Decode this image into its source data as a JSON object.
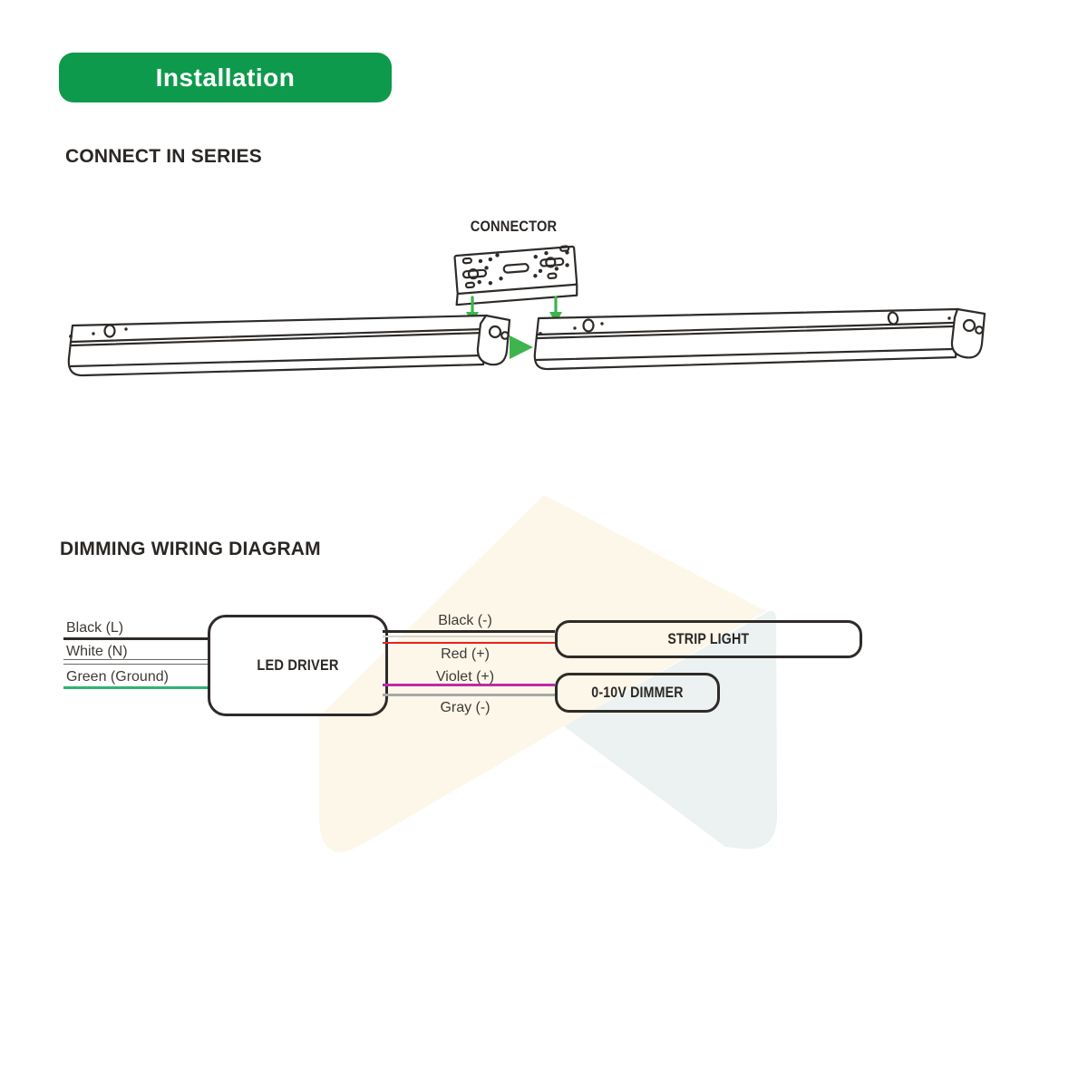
{
  "badge": {
    "label": "Installation",
    "bg_color": "#0E9A4C",
    "text_color": "#FFFFFF"
  },
  "connect_section": {
    "heading": "CONNECT IN SERIES",
    "connector_label": "CONNECTOR"
  },
  "dimming_section": {
    "heading": "DIMMING WIRING DIAGRAM",
    "driver_label": "LED DRIVER",
    "strip_light_label": "STRIP LIGHT",
    "dimmer_label": "0-10V DIMMER",
    "input_wires": [
      {
        "label": "Black (L)",
        "color": "#2E2A27"
      },
      {
        "label": "White (N)",
        "color": "#FFFFFF"
      },
      {
        "label": "Green (Ground)",
        "color": "#2FB474"
      }
    ],
    "output_wires": [
      {
        "label": "Black (-)",
        "color": "#2E2A27"
      },
      {
        "label": "Red (+)",
        "color": "#E5231F"
      },
      {
        "label": "Violet (+)",
        "color": "#BE2AA8"
      },
      {
        "label": "Gray (-)",
        "color": "#A9A9A9"
      }
    ]
  },
  "colors": {
    "accent_green": "#0E9A4C",
    "arrow_green": "#3DB54C",
    "line_dark": "#2F2B28",
    "watermark_cream": "#FCF7E9",
    "watermark_blue": "#EBF2F1"
  }
}
